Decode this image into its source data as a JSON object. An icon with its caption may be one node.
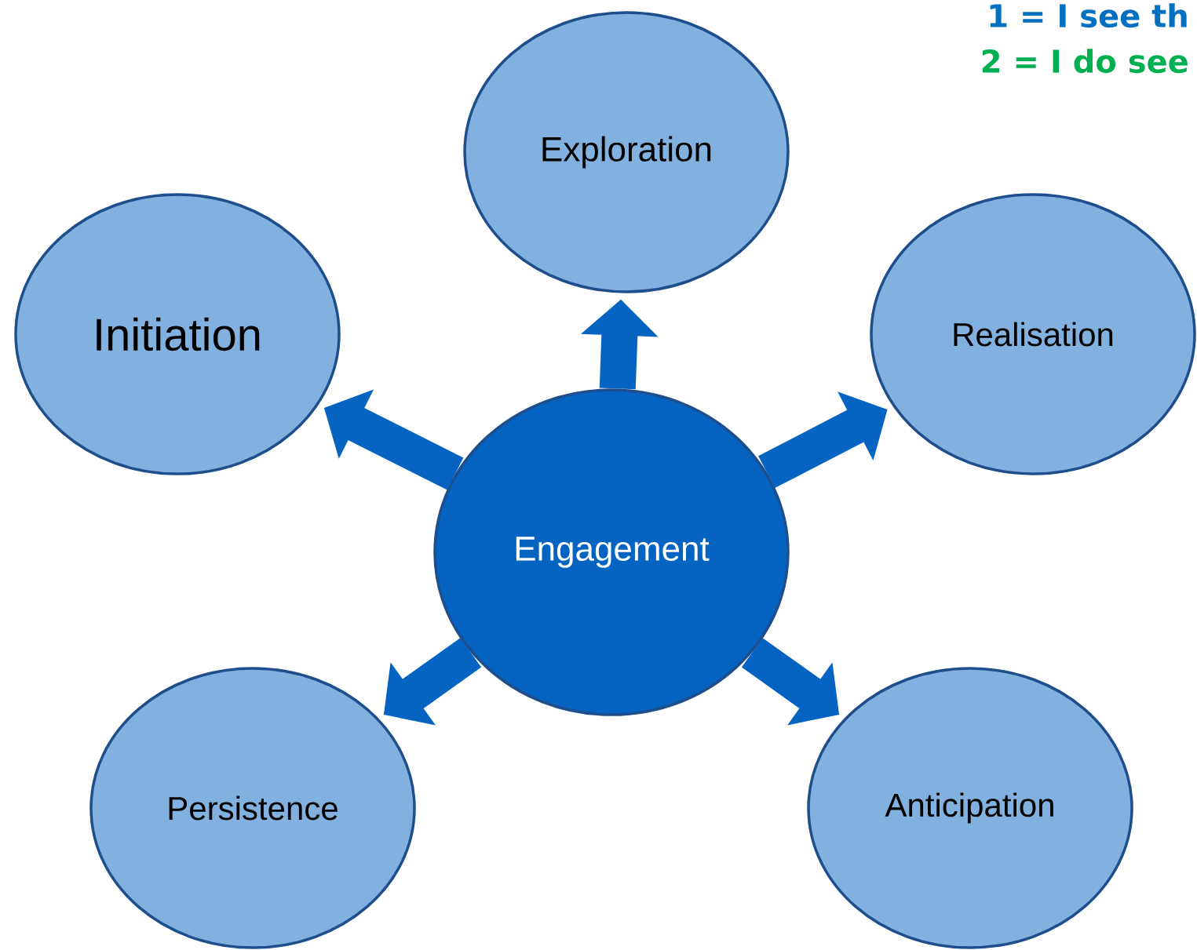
{
  "diagram": {
    "nodes": [
      {
        "text": [
          "Exploration"
        ]
      },
      {
        "text": [
          "Initiation"
        ]
      },
      {
        "text": [
          "Realisation"
        ]
      },
      {
        "text": [
          "Engagement"
        ]
      },
      {
        "text": [
          "Persistence"
        ]
      },
      {
        "text": [
          "Anticipation"
        ]
      }
    ],
    "edges": [
      {
        "from": 3,
        "to": 0,
        "arrow": "to"
      },
      {
        "from": 3,
        "to": 1,
        "arrow": "to"
      },
      {
        "from": 3,
        "to": 2,
        "arrow": "to"
      },
      {
        "from": 3,
        "to": 4,
        "arrow": "to"
      },
      {
        "from": 3,
        "to": 5,
        "arrow": "to"
      }
    ],
    "labels": [
      "1 = I see th",
      "2 = I do see"
    ]
  }
}
